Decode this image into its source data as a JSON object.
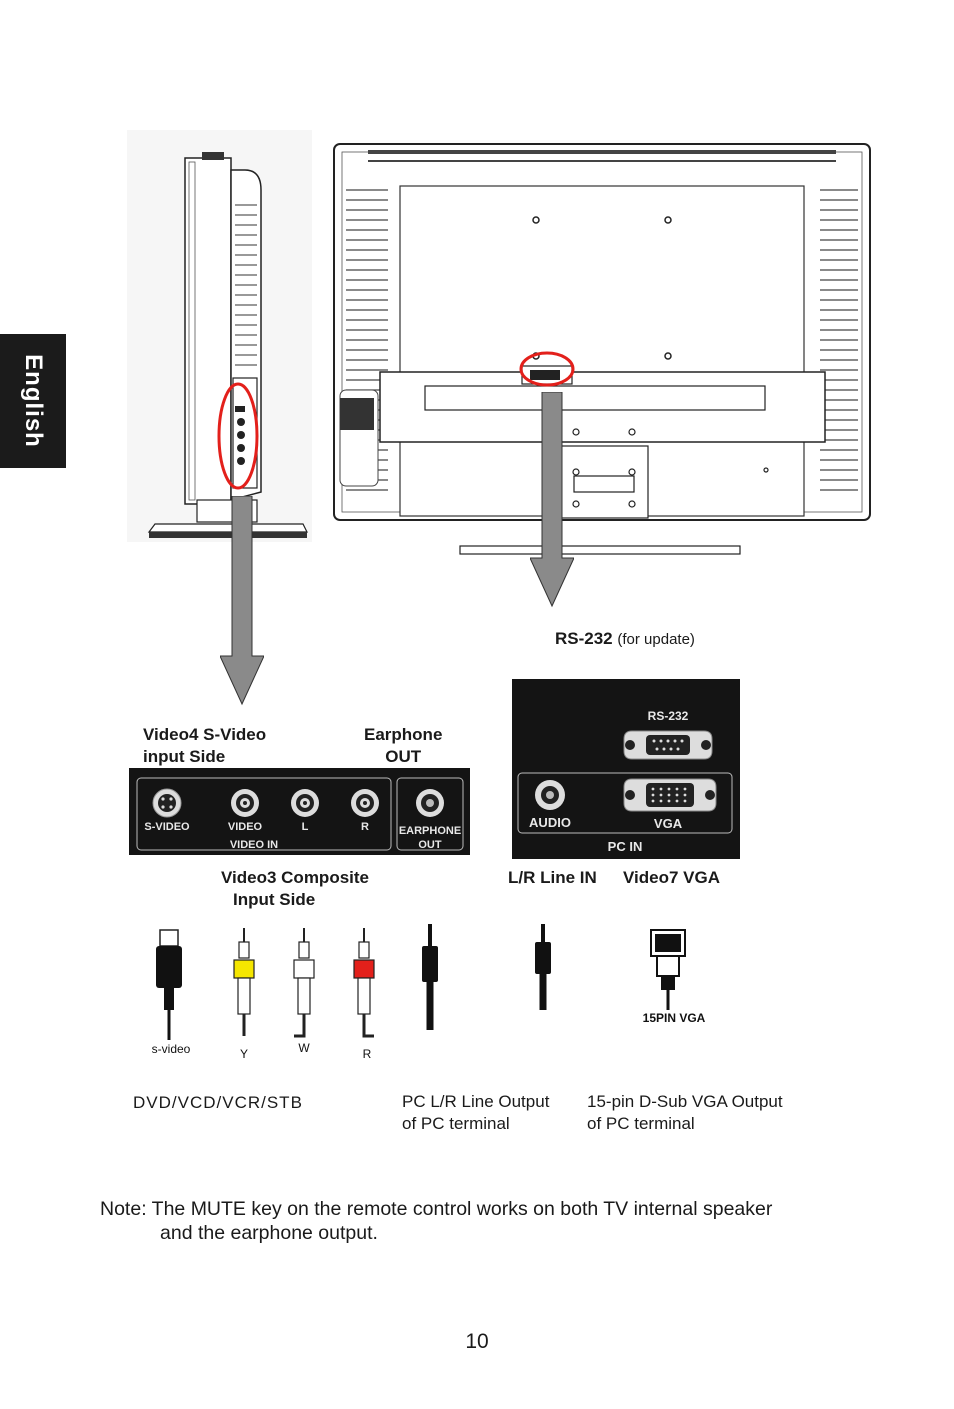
{
  "sidebar": {
    "language": "English"
  },
  "labels": {
    "rs232_bold": "RS-232",
    "rs232_note": "(for update)",
    "video4_line1": "Video4 S-Video",
    "video4_line2": "input Side",
    "earphone_line1": "Earphone",
    "earphone_line2": "OUT",
    "video3_line1": "Video3 Composite",
    "video3_line2": "Input Side",
    "lr_line_in": "L/R Line IN",
    "video7_vga": "Video7 VGA"
  },
  "side_panel": {
    "s_video": "S-VIDEO",
    "video": "VIDEO",
    "l": "L",
    "r": "R",
    "earphone": "EARPHONE",
    "out": "OUT",
    "video_in": "VIDEO IN"
  },
  "pc_panel": {
    "rs232": "RS-232",
    "audio": "AUDIO",
    "vga": "VGA",
    "pc_in": "PC  IN"
  },
  "cables": {
    "s_video": "s-video",
    "y": "Y",
    "w": "W",
    "r": "R",
    "vga_15pin": "15PIN VGA"
  },
  "captions": {
    "dvd": "DVD/VCD/VCR/STB",
    "pc_lr_line1": "PC L/R Line Output",
    "pc_lr_line2": "of PC terminal",
    "vga_out_line1": "15-pin D-Sub VGA Output",
    "vga_out_line2": "of PC terminal"
  },
  "note": {
    "line1": "Note: The MUTE key on the remote control works on both TV internal speaker",
    "line2": "and the earphone output."
  },
  "page_number": "10",
  "colors": {
    "highlight_circle": "#e3201b",
    "panel_bg": "#141414",
    "arrow_gray": "#8a8a8a",
    "tab_bg": "#1b1b1b"
  }
}
